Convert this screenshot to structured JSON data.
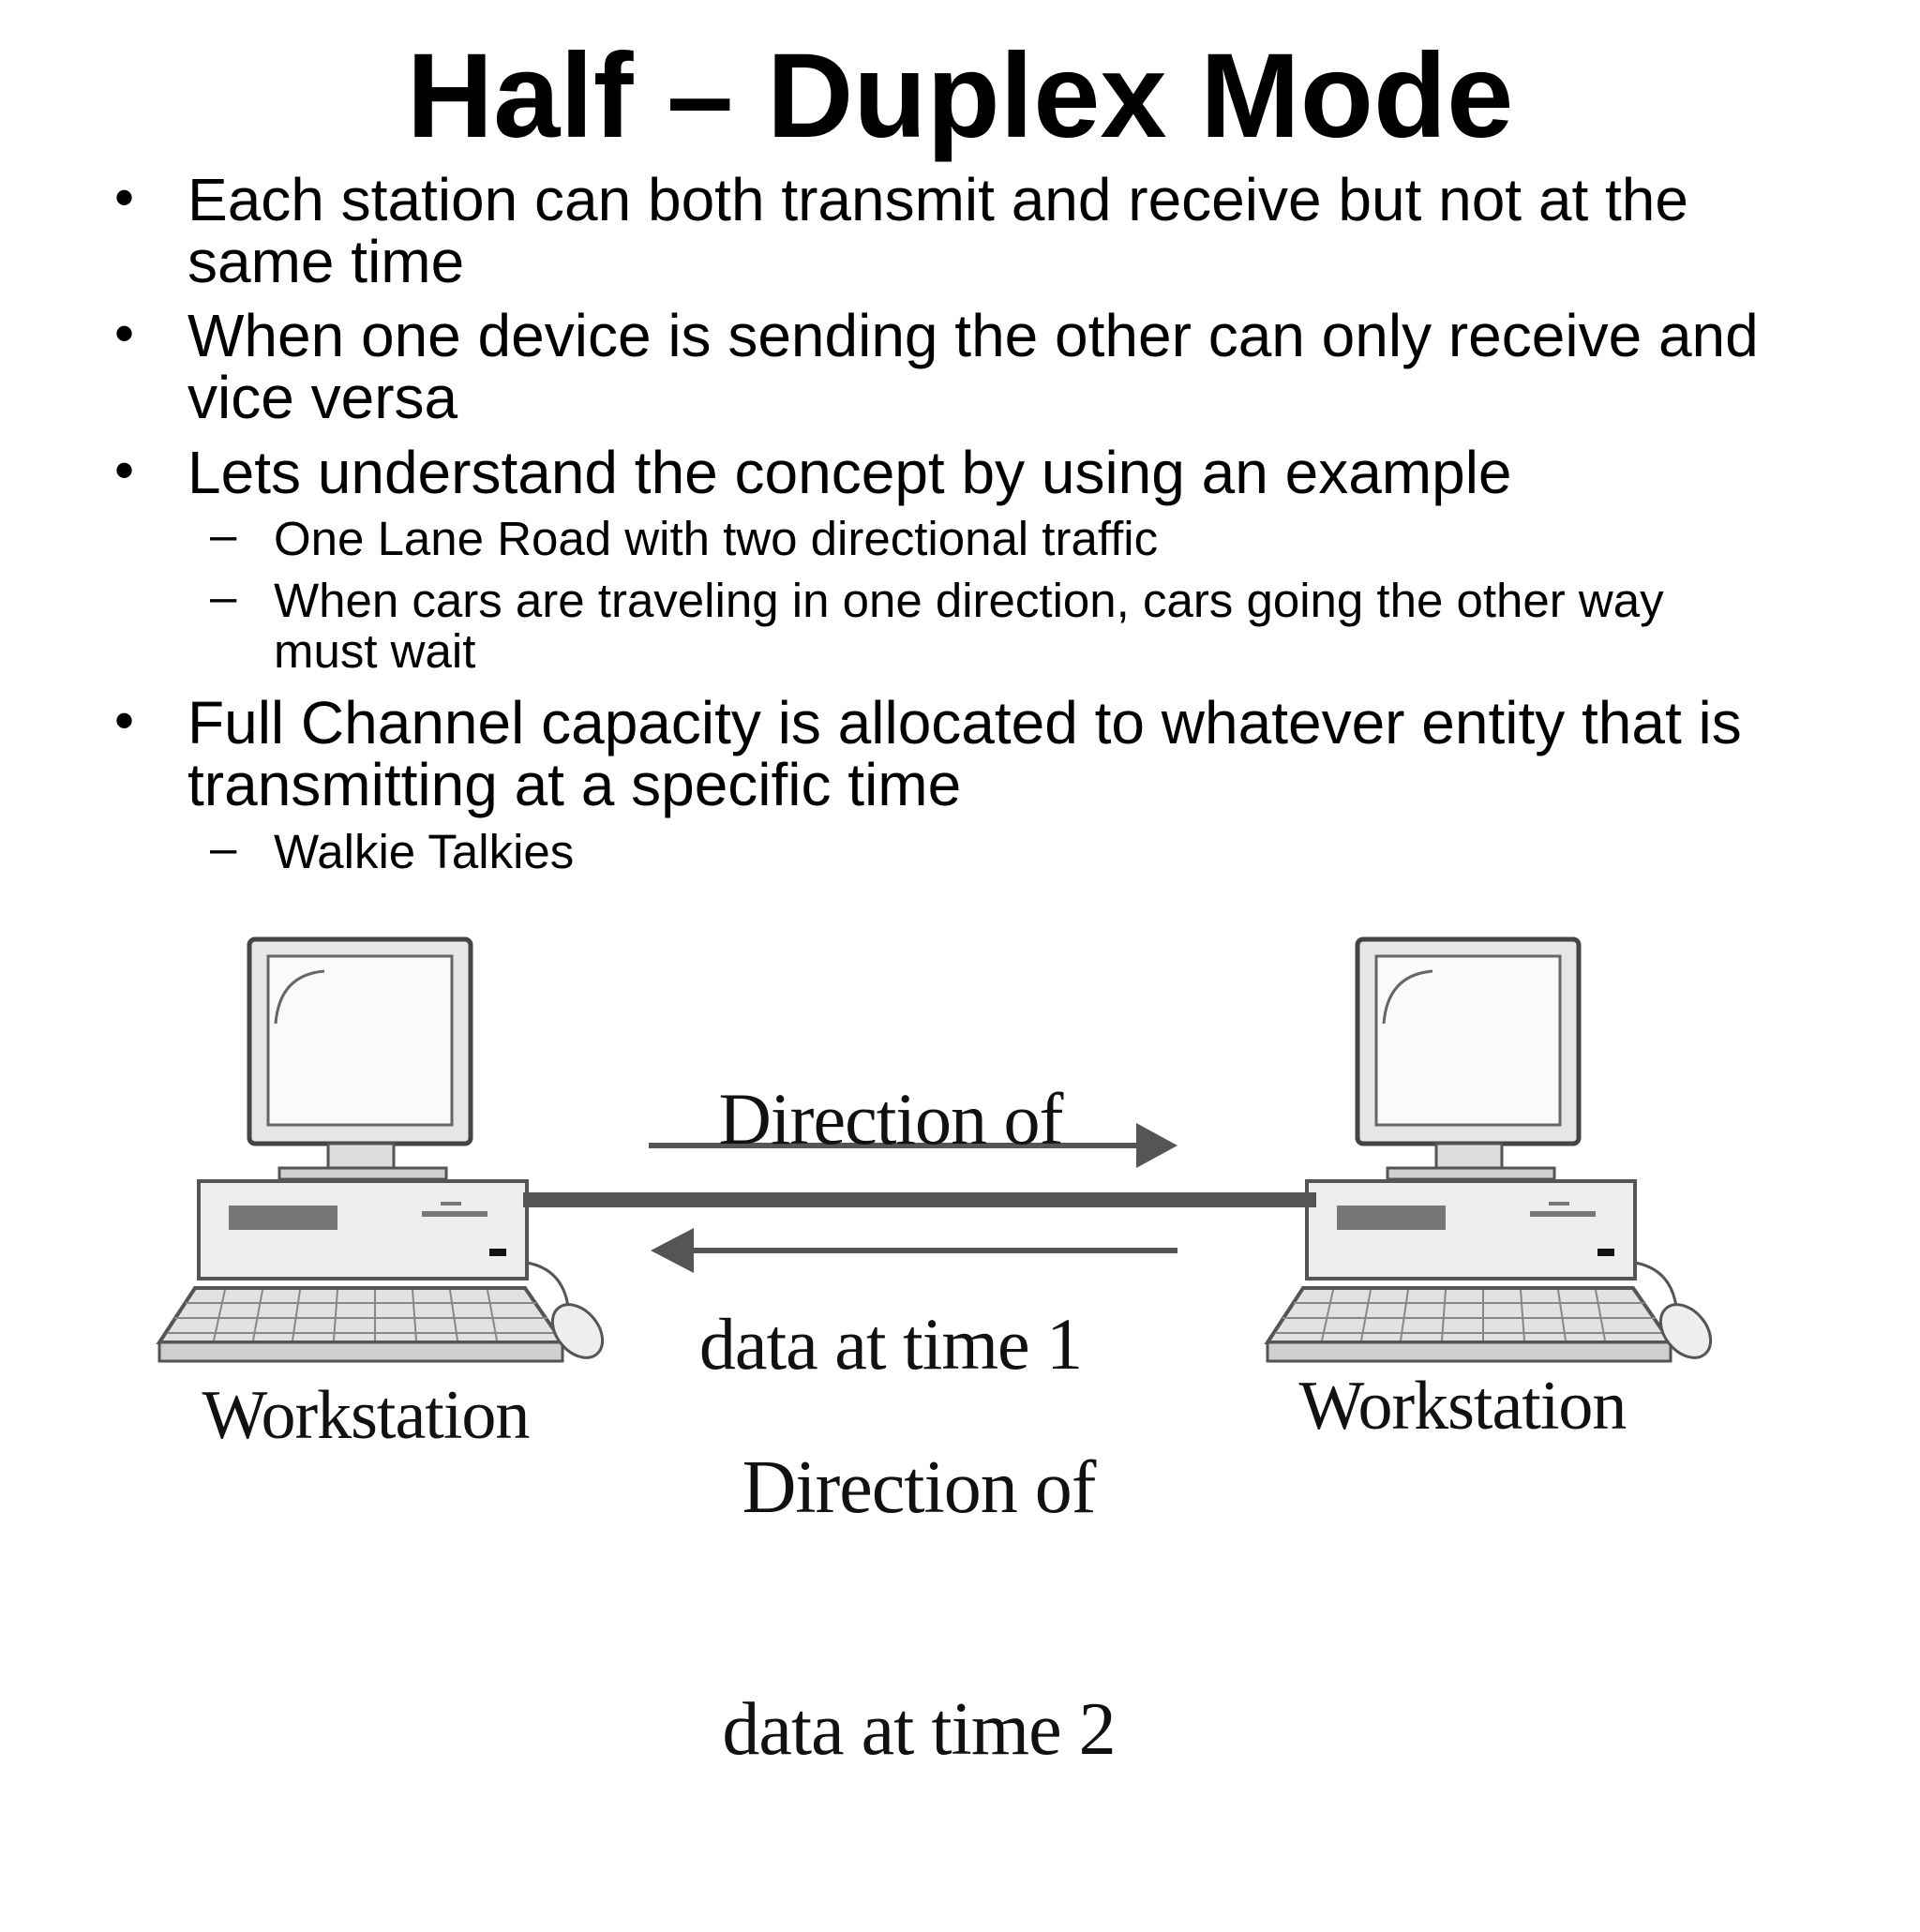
{
  "slide": {
    "title": "Half – Duplex Mode",
    "bullets": [
      {
        "text": "Each station can both transmit and receive but not at the same time"
      },
      {
        "text": "When one device is sending the other can only receive and vice versa"
      },
      {
        "text": "Lets understand the concept by using an example",
        "sub": [
          "One Lane Road with two directional traffic",
          "When cars are traveling in one direction, cars going the other way must wait"
        ]
      },
      {
        "text": "Full Channel capacity is allocated to whatever entity that is transmitting at a specific time",
        "sub": [
          "Walkie Talkies"
        ]
      }
    ],
    "bullet_mark": "•",
    "sub_mark": "–"
  },
  "diagram": {
    "label_time1_line1": "Direction of",
    "label_time1_line2": "data at time 1",
    "label_time2_line1": "Direction of",
    "label_time2_line2": "data at time 2",
    "left_station_label": "Workstation",
    "right_station_label": "Workstation"
  }
}
